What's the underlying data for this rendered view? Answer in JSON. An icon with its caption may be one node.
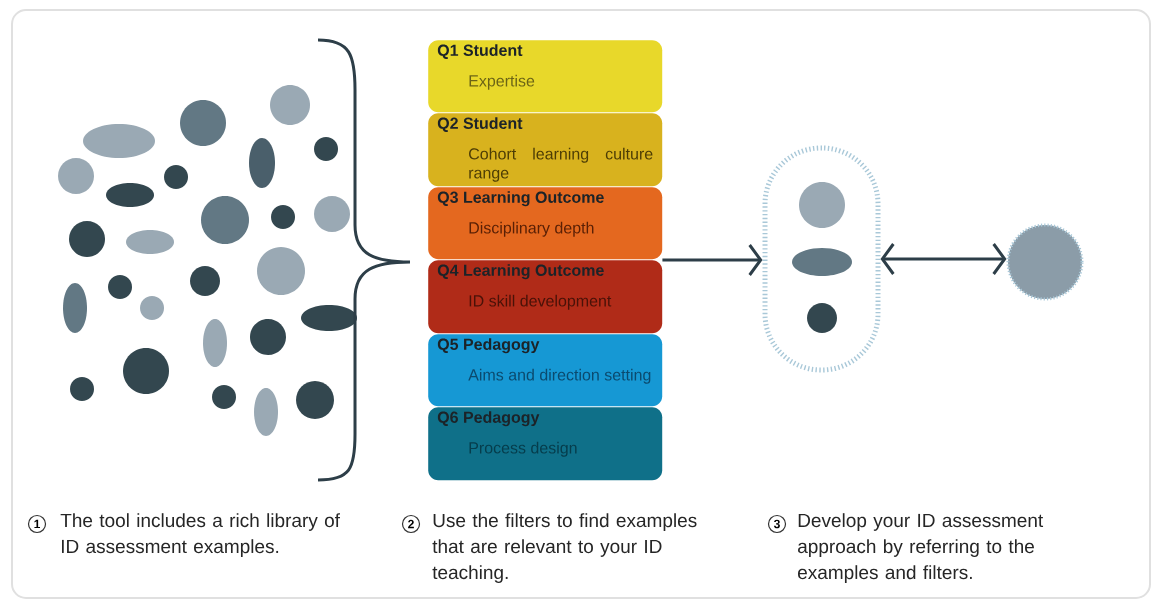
{
  "diagram": {
    "nodes": [
      {
        "text": [
          "Q1 Student",
          "Expertise"
        ]
      },
      {
        "text": [
          "Q2 Student",
          "Cohort learning culture range"
        ]
      },
      {
        "text": [
          "Q3 Learning Outcome",
          "Disciplinary depth"
        ]
      },
      {
        "text": [
          "Q4 Learning Outcome",
          "ID skill development"
        ]
      },
      {
        "text": [
          "Q5 Pedagogy",
          "Aims and direction setting"
        ]
      },
      {
        "text": [
          "Q6 Pedagogy",
          "Process design"
        ]
      },
      {
        "text": [],
        "shape": "capsule"
      },
      {
        "text": [],
        "shape": "circle"
      }
    ],
    "edges": [
      {
        "from": 3,
        "to": 6,
        "arrow": "to"
      },
      {
        "from": 6,
        "to": 7,
        "arrow": "both"
      }
    ],
    "labels": [
      "1",
      "The tool includes a rich library of ID assessment examples.",
      "2",
      "Use the filters to find examples that are relevant to your ID teaching.",
      "3",
      "Develop your ID assessment approach by referring to the examples and filters."
    ]
  }
}
